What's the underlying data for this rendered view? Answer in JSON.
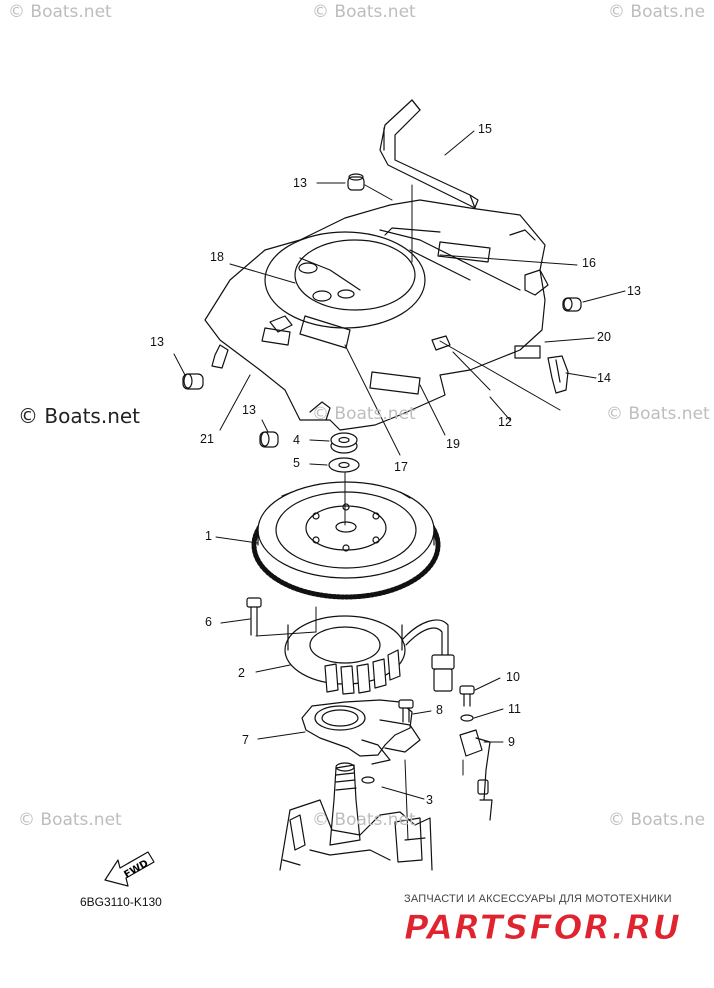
{
  "watermarks": {
    "top_left": "© Boats.net",
    "top_center": "© Boats.net",
    "top_right": "© Boats.ne",
    "mid_left": "© Boats.net",
    "mid_center": "© Boats.net",
    "mid_right": "© Boats.net",
    "low_left": "© Boats.net",
    "low_center": "© Boats.net",
    "low_right": "© Boats.ne"
  },
  "callouts": {
    "c1": "1",
    "c2": "2",
    "c3": "3",
    "c4": "4",
    "c5": "5",
    "c6": "6",
    "c7": "7",
    "c8": "8",
    "c9": "9",
    "c10": "10",
    "c11": "11",
    "c12": "12",
    "c13a": "13",
    "c13b": "13",
    "c13c": "13",
    "c13d": "13",
    "c14": "14",
    "c15": "15",
    "c16": "16",
    "c17": "17",
    "c18": "18",
    "c19": "19",
    "c20": "20",
    "c21": "21"
  },
  "diagram_code": "6BG3110-K130",
  "fwd_label": "FWD",
  "shop": {
    "tagline": "ЗАПЧАСТИ И АКСЕССУАРЫ ДЛЯ МОТОТЕХНИКИ",
    "logo_text": "PARTSFOR.RU"
  },
  "colors": {
    "line": "#111111",
    "watermark": "#bdbdbd",
    "logo_red": "#e0242f"
  }
}
